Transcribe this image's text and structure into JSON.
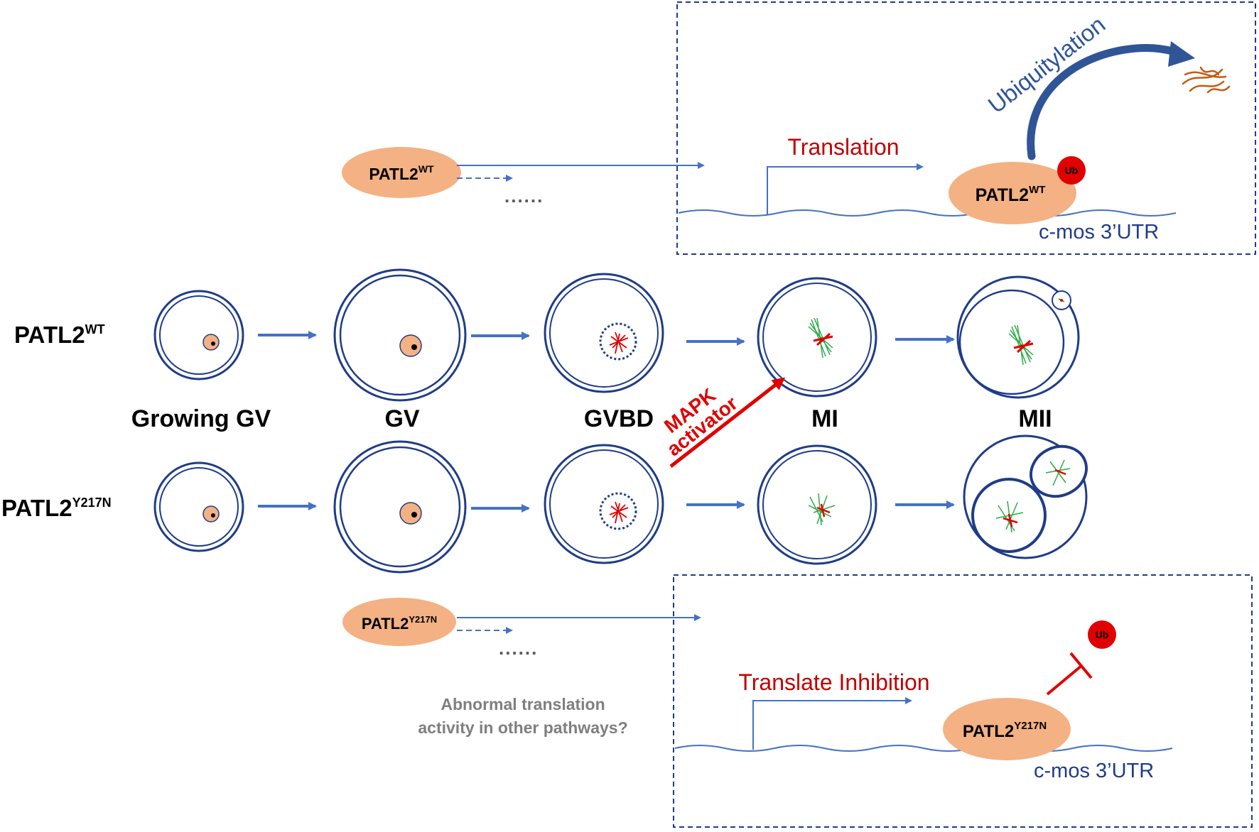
{
  "top_box": {
    "protein": "PATL2",
    "protein_sup": "WT",
    "dots": "......",
    "translation_label": "Translation",
    "ub_label": "Ub",
    "ubiquitylation_label": "Ubiquitylation",
    "utr_label": "c-mos 3’UTR"
  },
  "row_labels": {
    "wt": {
      "main": "PATL2",
      "sup": "WT"
    },
    "mut": {
      "main": "PATL2",
      "sup": "Y217N"
    }
  },
  "stages": [
    "Growing GV",
    "GV",
    "GVBD",
    "MI",
    "MII"
  ],
  "mapk_label": {
    "line1": "MAPK",
    "line2": "activator"
  },
  "bottom_box": {
    "protein": "PATL2",
    "protein_sup": "Y217N",
    "dots": "......",
    "question_line1": "Abnormal translation",
    "question_line2": "activity in other pathways?",
    "inhibition_label": "Translate Inhibition",
    "ub_label": "Ub",
    "utr_label": "c-mos 3’UTR"
  },
  "colors": {
    "cell_outline": "#1f3c88",
    "arrow_blue": "#4472c4",
    "protein_fill": "#f4b183",
    "red": "#e00000",
    "label_red": "#c00000",
    "spindle_green": "#2eaa48",
    "fiber_orange": "#c55a11",
    "question_gray": "#7f7f7f",
    "ubiquitylation_blue": "#2f5597"
  }
}
